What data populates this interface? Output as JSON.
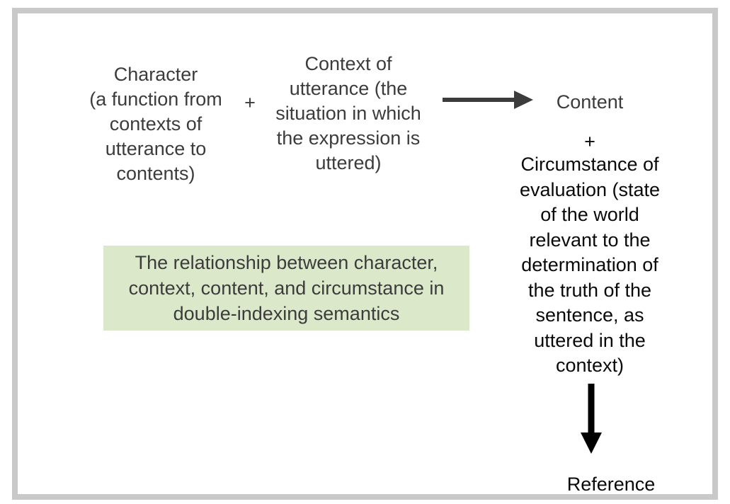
{
  "diagram": {
    "character_block": "Character\n(a function from\ncontexts of\nutterance to\ncontents)",
    "plus_left": "+",
    "context_block": "Context of\nutterance (the\nsituation in which\nthe expression is\nuttered)",
    "content_label": "Content",
    "plus_right": "+",
    "circumstance_block": "Circumstance of\nevaluation (state\nof the world\nrelevant to the\ndetermination of\nthe truth of the\nsentence, as\nuttered in the\ncontext)",
    "reference_label": "Reference",
    "caption": "The relationship between character,\ncontext, content, and circumstance in\ndouble-indexing semantics",
    "colors": {
      "frame_border": "#c9c9c9",
      "text_dark_gray": "#3c3c3c",
      "text_black": "#0a0a0a",
      "caption_background": "#dbe8c9",
      "arrow_gray": "#3c3c3c",
      "arrow_black": "#000000"
    }
  }
}
